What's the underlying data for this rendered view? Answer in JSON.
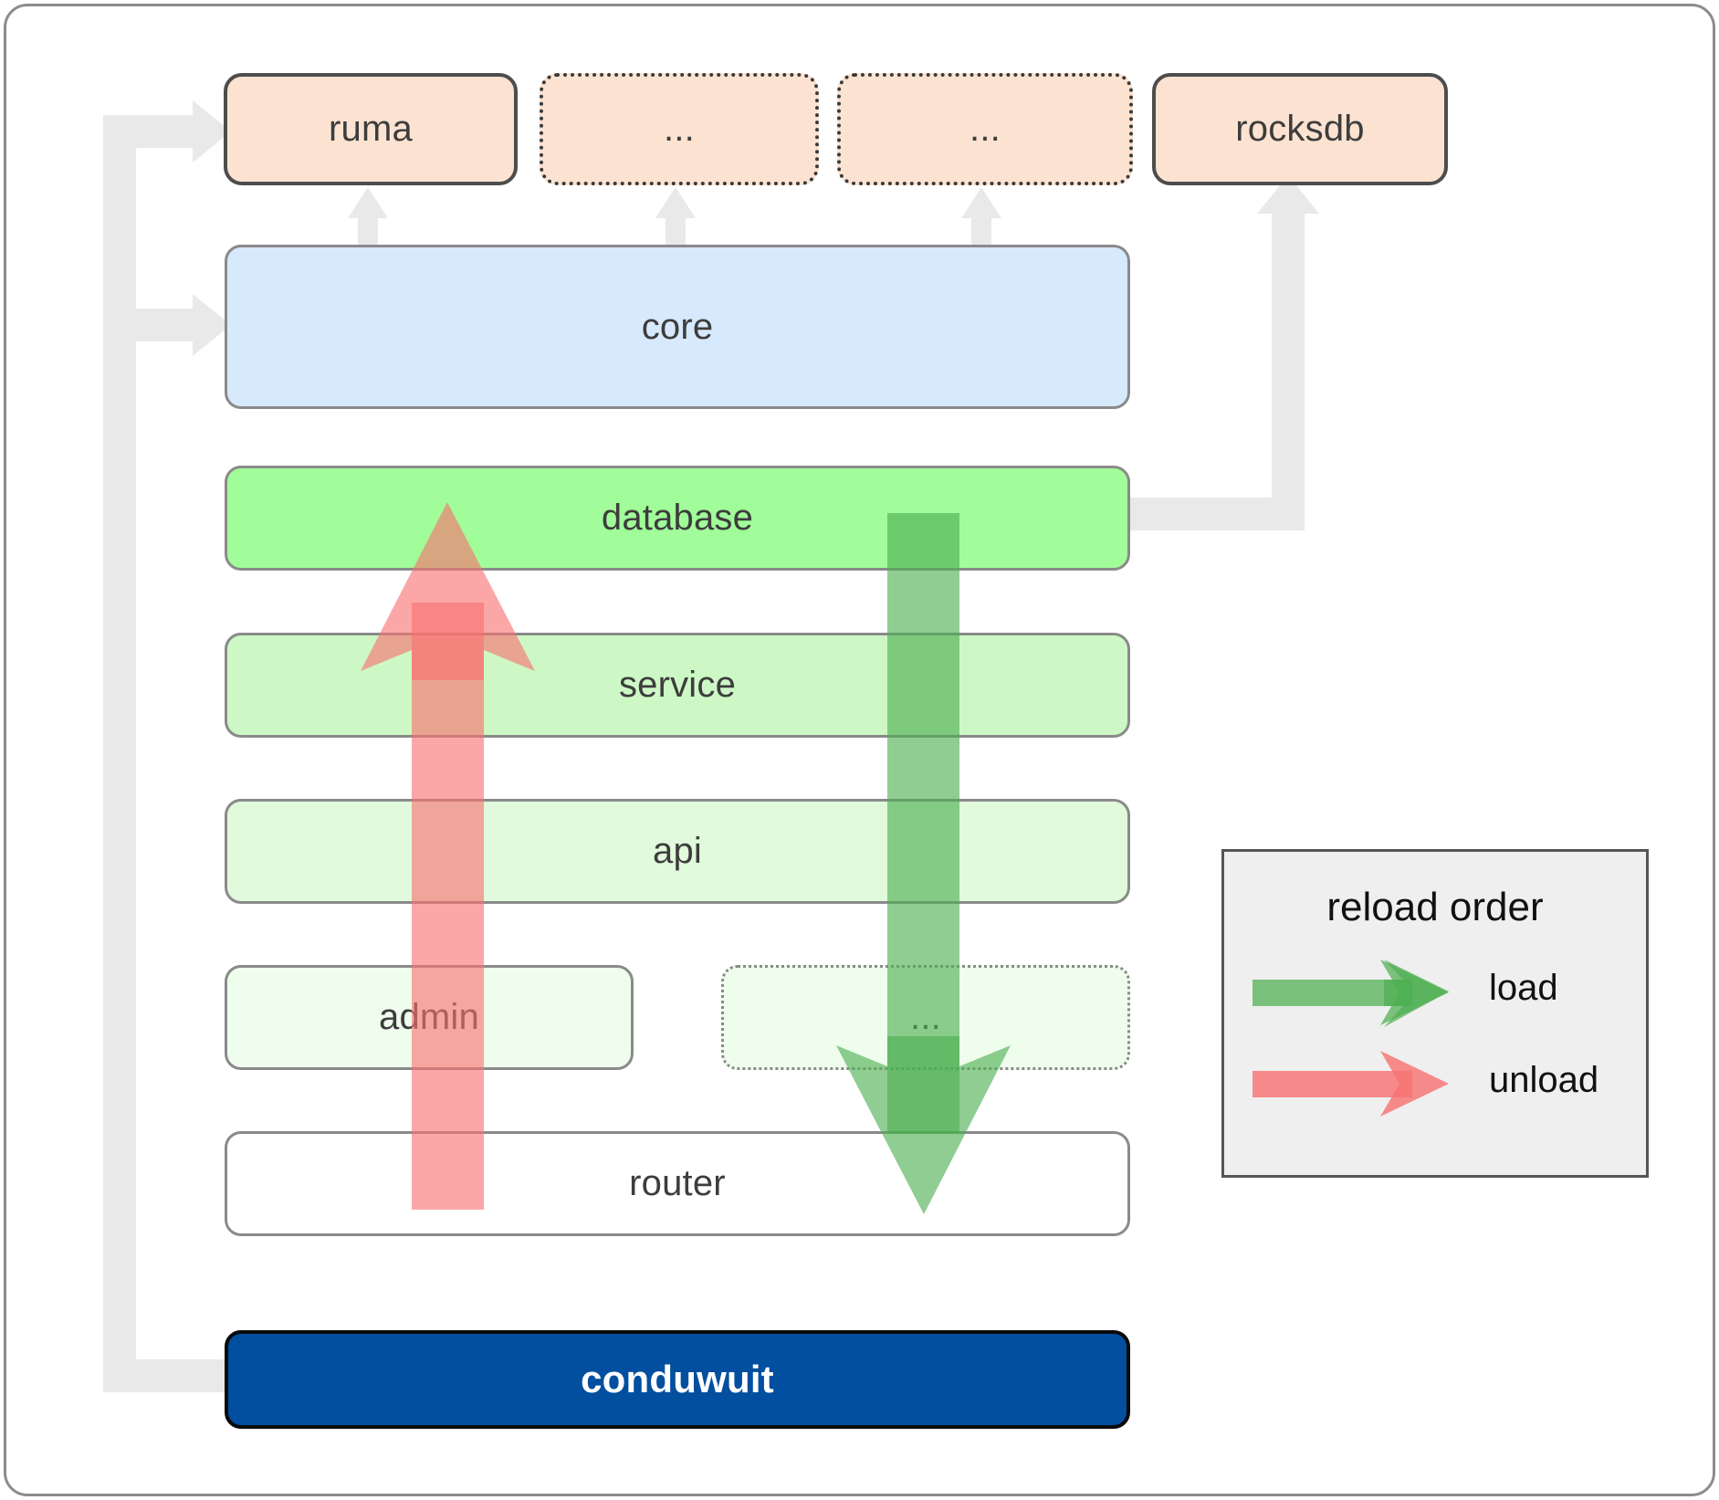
{
  "diagram": {
    "title": "conduwuit crate dependency / reload order diagram",
    "colors": {
      "crate_fill": "#fce3d1",
      "crate_border": "#4d4d4d",
      "core_fill": "#d7e9fc",
      "database_fill": "#a1fd99",
      "service_fill": "#cdf8c6",
      "api_fill": "#e0fadb",
      "admin_fill": "#effdec",
      "router_fill": "#ffffff",
      "root_fill": "#014f9e",
      "root_text": "#ffffff",
      "connector_gray": "#e9e9e9",
      "load_green": "#4caf50",
      "unload_red": "#f87171",
      "legend_bg": "#efefef",
      "frame_border": "#8c8c8c"
    },
    "external_crates": [
      {
        "label": "ruma",
        "style": "solid"
      },
      {
        "label": "...",
        "style": "dotted"
      },
      {
        "label": "...",
        "style": "dotted"
      },
      {
        "label": "rocksdb",
        "style": "solid"
      }
    ],
    "core": {
      "label": "core"
    },
    "layers": [
      {
        "label": "database",
        "style": "solid"
      },
      {
        "label": "service",
        "style": "solid"
      },
      {
        "label": "api",
        "style": "solid"
      },
      {
        "label": "admin",
        "style": "solid"
      },
      {
        "label": "...",
        "style": "dotted"
      },
      {
        "label": "router",
        "style": "solid"
      }
    ],
    "root": {
      "label": "conduwuit"
    },
    "legend": {
      "title": "reload order",
      "entries": [
        {
          "label": "load",
          "direction": "down",
          "color": "#4caf50"
        },
        {
          "label": "unload",
          "direction": "up",
          "color": "#f87171"
        }
      ]
    },
    "flows": [
      {
        "name": "load",
        "label": "load",
        "direction": "downward",
        "from": "database",
        "to": "router"
      },
      {
        "name": "unload",
        "label": "unload",
        "direction": "upward",
        "from": "router",
        "to": "database"
      }
    ]
  }
}
